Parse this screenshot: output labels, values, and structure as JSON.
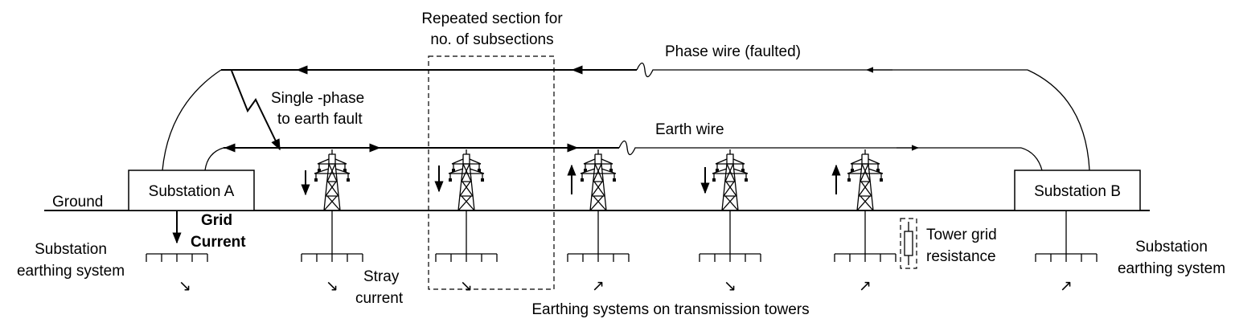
{
  "labels": {
    "repeated_section": [
      "Repeated section for",
      "no. of subsections"
    ],
    "phase_wire": "Phase wire (faulted)",
    "fault": [
      "Single -phase",
      "to earth fault"
    ],
    "earth_wire": "Earth wire",
    "ground": "Ground",
    "substation_a": "Substation A",
    "substation_b": "Substation B",
    "grid_current": [
      "Grid",
      "Current"
    ],
    "substation_earthing_left": [
      "Substation",
      "earthing system"
    ],
    "substation_earthing_right": [
      "Substation",
      "earthing system"
    ],
    "stray_current": [
      "Stray",
      "current"
    ],
    "tower_grid_resistance": [
      "Tower grid",
      "resistance"
    ],
    "earthing_systems_towers": "Earthing systems on transmission towers"
  },
  "towers": [
    {
      "id": 1,
      "current_direction": "down"
    },
    {
      "id": 2,
      "current_direction": "down"
    },
    {
      "id": 3,
      "current_direction": "up"
    },
    {
      "id": 4,
      "current_direction": "down"
    },
    {
      "id": 5,
      "current_direction": "up"
    }
  ]
}
